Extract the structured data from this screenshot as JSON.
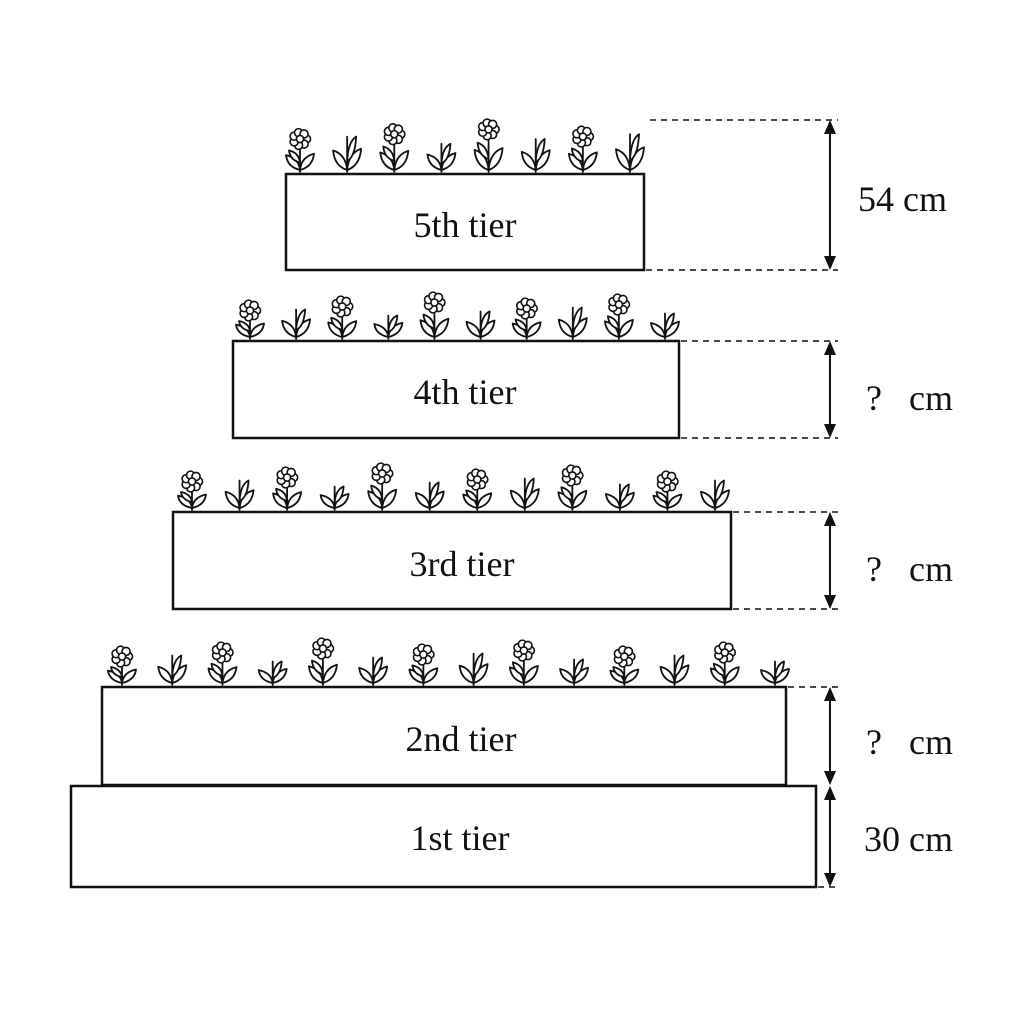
{
  "tiers": [
    {
      "label": "5th tier",
      "height_label": "54 cm",
      "height_cm": 54
    },
    {
      "label": "4th tier",
      "height_label": "?   cm",
      "height_cm": null
    },
    {
      "label": "3rd tier",
      "height_label": "?   cm",
      "height_cm": null
    },
    {
      "label": "2nd tier",
      "height_label": "?   cm",
      "height_cm": null
    },
    {
      "label": "1st tier",
      "height_label": "30 cm",
      "height_cm": 30
    }
  ]
}
